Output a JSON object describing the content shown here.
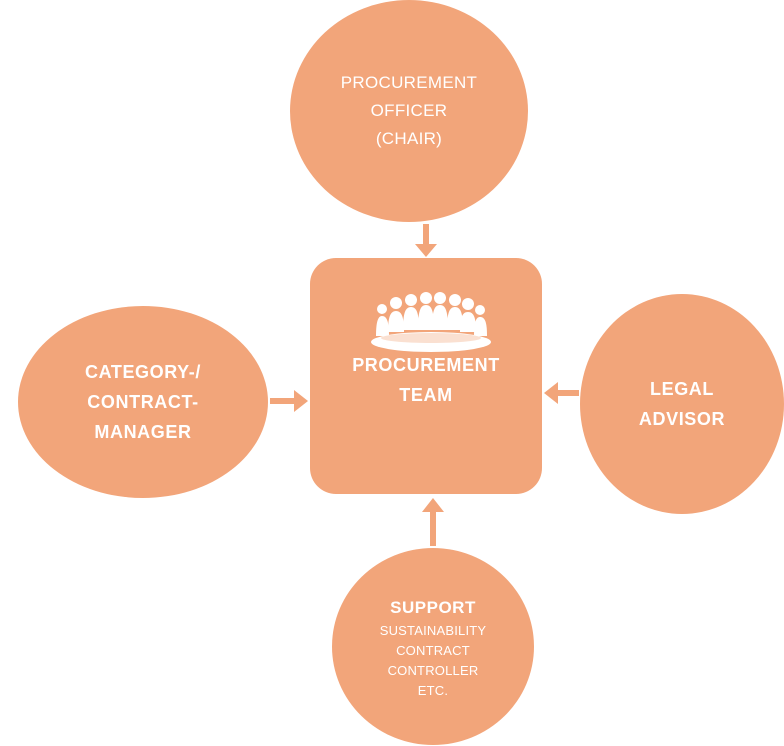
{
  "colors": {
    "node_fill": "#f2a57a",
    "text": "#ffffff",
    "background": "#ffffff"
  },
  "center": {
    "icon": "meeting-table-icon",
    "line1": "PROCUREMENT",
    "line2": "TEAM"
  },
  "top": {
    "line1": "PROCUREMENT",
    "line2": "OFFICER",
    "line3": "(CHAIR)"
  },
  "left": {
    "line1": "CATEGORY-/",
    "line2": "CONTRACT-",
    "line3": "MANAGER"
  },
  "right": {
    "line1": "LEGAL",
    "line2": "ADVISOR"
  },
  "bottom": {
    "heading": "SUPPORT",
    "line1": "SUSTAINABILITY",
    "line2": "CONTRACT",
    "line3": "CONTROLLER",
    "line4": "ETC."
  }
}
